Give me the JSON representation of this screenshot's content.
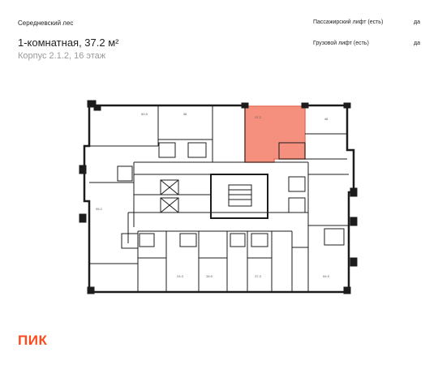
{
  "header": {
    "project": "Середневский лес",
    "title": "1-комнатная, 37.2 м²",
    "subtitle": "Корпус 2.1.2, 16 этаж"
  },
  "features": [
    {
      "label": "Пассажирский лифт (есть)",
      "value": "да"
    },
    {
      "label": "Грузовой лифт (есть)",
      "value": "да"
    }
  ],
  "plan": {
    "highlight_color": "#f5907f",
    "highlight_stroke": "#e8735f",
    "room_labels": [
      "60.5",
      "38",
      "37.2",
      "48",
      "55.2",
      "24.3",
      "26.5",
      "37.3",
      "64.9"
    ]
  },
  "logo": "ПИК",
  "colors": {
    "brand": "#ff4a1c",
    "wall": "#1c1c1c"
  }
}
